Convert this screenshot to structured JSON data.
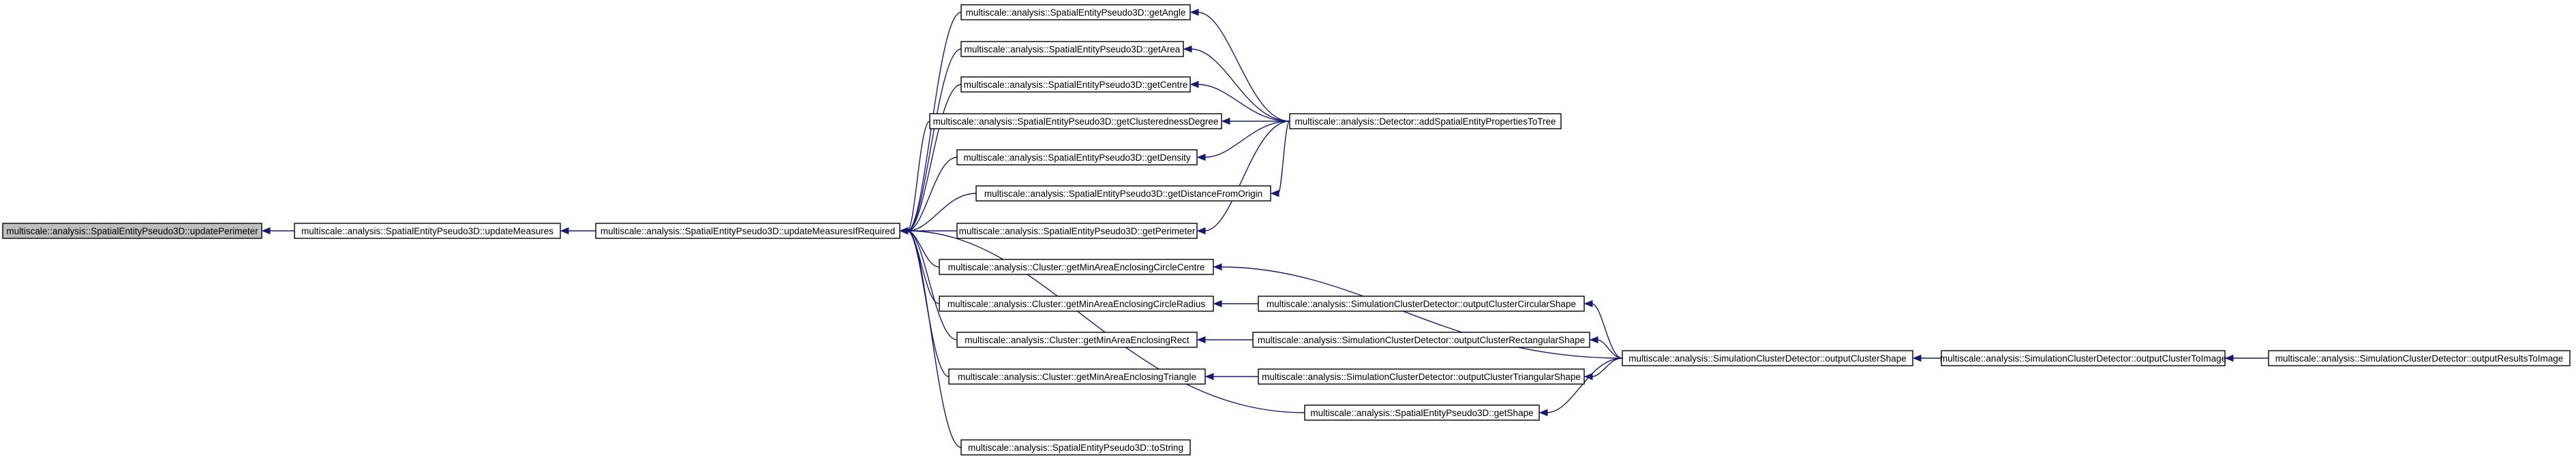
{
  "diagram": {
    "type": "call-graph",
    "colors": {
      "edge": "#191970",
      "node_fill": "#ffffff",
      "root_fill": "#bfbfbf",
      "node_border": "#000000"
    },
    "nodes": [
      {
        "id": "n0",
        "label": "multiscale::analysis::SpatialEntityPseudo3D::updatePerimeter",
        "root": true
      },
      {
        "id": "n1",
        "label": "multiscale::analysis::SpatialEntityPseudo3D::updateMeasures"
      },
      {
        "id": "n2",
        "label": "multiscale::analysis::SpatialEntityPseudo3D::updateMeasuresIfRequired"
      },
      {
        "id": "n3",
        "label": "multiscale::analysis::SpatialEntityPseudo3D::getAngle"
      },
      {
        "id": "n4",
        "label": "multiscale::analysis::SpatialEntityPseudo3D::getArea"
      },
      {
        "id": "n5",
        "label": "multiscale::analysis::SpatialEntityPseudo3D::getCentre"
      },
      {
        "id": "n6",
        "label": "multiscale::analysis::SpatialEntityPseudo3D::getClusterednessDegree"
      },
      {
        "id": "n7",
        "label": "multiscale::analysis::SpatialEntityPseudo3D::getDensity"
      },
      {
        "id": "n8",
        "label": "multiscale::analysis::SpatialEntityPseudo3D::getDistanceFromOrigin"
      },
      {
        "id": "n9",
        "label": "multiscale::analysis::SpatialEntityPseudo3D::getPerimeter"
      },
      {
        "id": "n10",
        "label": "multiscale::analysis::Cluster::getMinAreaEnclosingCircleCentre"
      },
      {
        "id": "n11",
        "label": "multiscale::analysis::Cluster::getMinAreaEnclosingCircleRadius"
      },
      {
        "id": "n12",
        "label": "multiscale::analysis::Cluster::getMinAreaEnclosingRect"
      },
      {
        "id": "n13",
        "label": "multiscale::analysis::Cluster::getMinAreaEnclosingTriangle"
      },
      {
        "id": "n14",
        "label": "multiscale::analysis::SpatialEntityPseudo3D::toString"
      },
      {
        "id": "n15",
        "label": "multiscale::analysis::Detector::addSpatialEntityPropertiesToTree"
      },
      {
        "id": "n16",
        "label": "multiscale::analysis::SimulationClusterDetector::outputClusterCircularShape"
      },
      {
        "id": "n17",
        "label": "multiscale::analysis::SimulationClusterDetector::outputClusterRectangularShape"
      },
      {
        "id": "n18",
        "label": "multiscale::analysis::SimulationClusterDetector::outputClusterTriangularShape"
      },
      {
        "id": "n19",
        "label": "multiscale::analysis::SpatialEntityPseudo3D::getShape"
      },
      {
        "id": "n20",
        "label": "multiscale::analysis::SimulationClusterDetector::outputClusterShape"
      },
      {
        "id": "n21",
        "label": "multiscale::analysis::SimulationClusterDetector::outputClusterToImage"
      },
      {
        "id": "n22",
        "label": "multiscale::analysis::SimulationClusterDetector::outputResultsToImage"
      }
    ],
    "edges": [
      {
        "from": "n1",
        "to": "n0"
      },
      {
        "from": "n2",
        "to": "n1"
      },
      {
        "from": "n3",
        "to": "n2"
      },
      {
        "from": "n4",
        "to": "n2"
      },
      {
        "from": "n5",
        "to": "n2"
      },
      {
        "from": "n6",
        "to": "n2"
      },
      {
        "from": "n7",
        "to": "n2"
      },
      {
        "from": "n8",
        "to": "n2"
      },
      {
        "from": "n9",
        "to": "n2"
      },
      {
        "from": "n10",
        "to": "n2"
      },
      {
        "from": "n11",
        "to": "n2"
      },
      {
        "from": "n12",
        "to": "n2"
      },
      {
        "from": "n13",
        "to": "n2"
      },
      {
        "from": "n14",
        "to": "n2"
      },
      {
        "from": "n19",
        "to": "n2"
      },
      {
        "from": "n15",
        "to": "n3"
      },
      {
        "from": "n15",
        "to": "n4"
      },
      {
        "from": "n15",
        "to": "n5"
      },
      {
        "from": "n15",
        "to": "n6"
      },
      {
        "from": "n15",
        "to": "n7"
      },
      {
        "from": "n15",
        "to": "n8"
      },
      {
        "from": "n15",
        "to": "n9"
      },
      {
        "from": "n20",
        "to": "n10"
      },
      {
        "from": "n16",
        "to": "n11"
      },
      {
        "from": "n17",
        "to": "n12"
      },
      {
        "from": "n18",
        "to": "n13"
      },
      {
        "from": "n20",
        "to": "n16"
      },
      {
        "from": "n20",
        "to": "n17"
      },
      {
        "from": "n20",
        "to": "n18"
      },
      {
        "from": "n20",
        "to": "n19"
      },
      {
        "from": "n21",
        "to": "n20"
      },
      {
        "from": "n22",
        "to": "n21"
      }
    ]
  }
}
